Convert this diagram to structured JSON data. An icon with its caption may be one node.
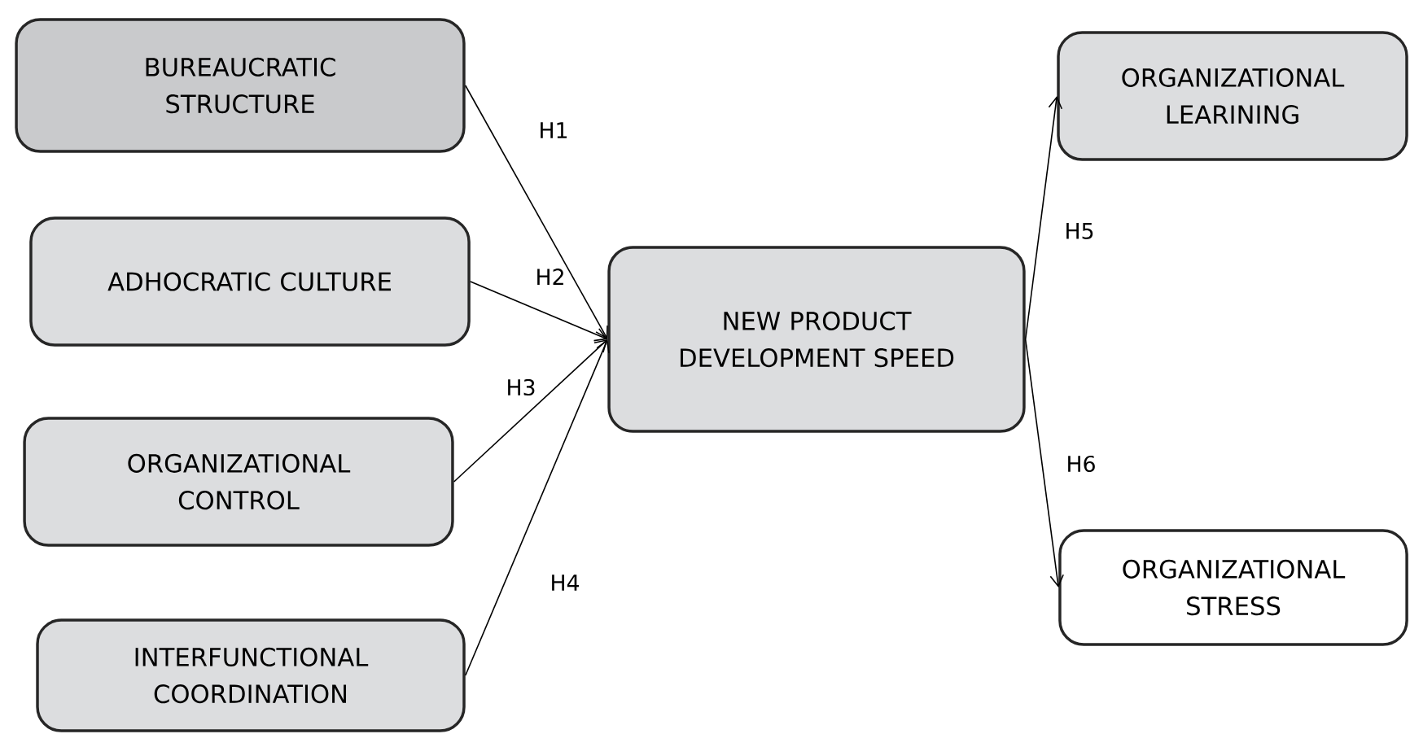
{
  "diagram": {
    "nodes": [
      {
        "text": [
          "BUREAUCRATIC STRUCTURE"
        ]
      },
      {
        "text": [
          "ADHOCRATIC CULTURE"
        ]
      },
      {
        "text": [
          "ORGANIZATIONAL CONTROL"
        ]
      },
      {
        "text": [
          "INTERFUNCTIONAL COORDINATION"
        ]
      },
      {
        "text": [
          "NEW PRODUCT DEVELOPMENT SPEED"
        ]
      },
      {
        "text": [
          "ORGANIZATIONAL LEARINING"
        ]
      },
      {
        "text": [
          "ORGANIZATIONAL STRESS"
        ]
      }
    ],
    "edges": [
      {
        "from": 0,
        "to": 4,
        "arrow": "to",
        "label": "H1"
      },
      {
        "from": 1,
        "to": 4,
        "arrow": "to",
        "label": "H2"
      },
      {
        "from": 2,
        "to": 4,
        "arrow": "to",
        "label": "H3"
      },
      {
        "from": 3,
        "to": 4,
        "arrow": "to",
        "label": "H4"
      },
      {
        "from": 4,
        "to": 5,
        "arrow": "to",
        "label": "H5"
      },
      {
        "from": 4,
        "to": 6,
        "arrow": "to",
        "label": "H6"
      }
    ]
  }
}
